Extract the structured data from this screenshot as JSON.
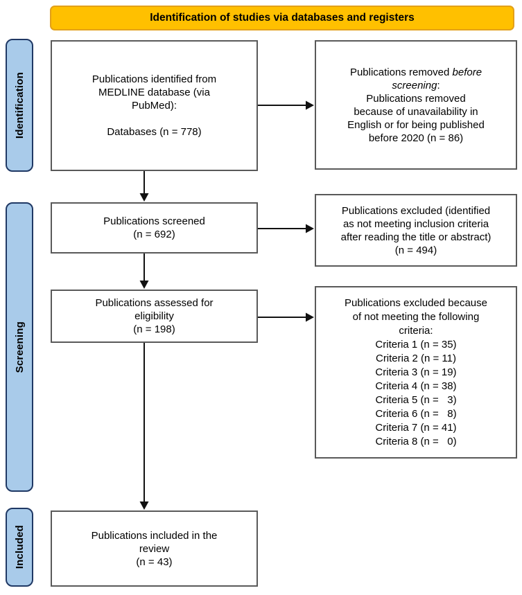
{
  "banner": {
    "title": "Identification of studies via databases and registers"
  },
  "stages": [
    {
      "label": "Identification"
    },
    {
      "label": "Screening"
    },
    {
      "label": "Included"
    }
  ],
  "boxes": {
    "identified": {
      "text": "Publications identified from\nMEDLINE database (via\nPubMed):\n\nDatabases (n = 778)"
    },
    "removed": {
      "prefix": "Publications removed ",
      "italic": "before screening",
      "suffix": ":",
      "body": "Publications removed\nbecause of unavailability in\nEnglish or for being published\nbefore 2020 (n = 86)"
    },
    "screened": {
      "text": "Publications screened\n(n = 692)"
    },
    "excluded_title_abstract": {
      "text": "Publications excluded (identified\nas not meeting inclusion criteria\nafter reading the title or abstract)\n(n = 494)"
    },
    "assessed": {
      "text": "Publications assessed for\neligibility\n(n = 198)"
    },
    "excluded_criteria": {
      "header": "Publications excluded because\nof not meeting the following\ncriteria:",
      "items": [
        "Criteria 1 (n = 35)",
        "Criteria 2 (n = 11)",
        "Criteria 3 (n = 19)",
        "Criteria 4 (n = 38)",
        "Criteria 5 (n =   3)",
        "Criteria 6 (n =   8)",
        "Criteria 7 (n = 41)",
        "Criteria 8 (n =   0)"
      ]
    },
    "included": {
      "text": "Publications included in the\nreview\n(n = 43)"
    }
  },
  "colors": {
    "banner_fill": "#FFC000",
    "banner_border": "#E2A019",
    "stage_fill": "#A9CBEA",
    "stage_border": "#1F3864",
    "box_border": "#595959",
    "arrow": "#111111",
    "text": "#000000"
  }
}
